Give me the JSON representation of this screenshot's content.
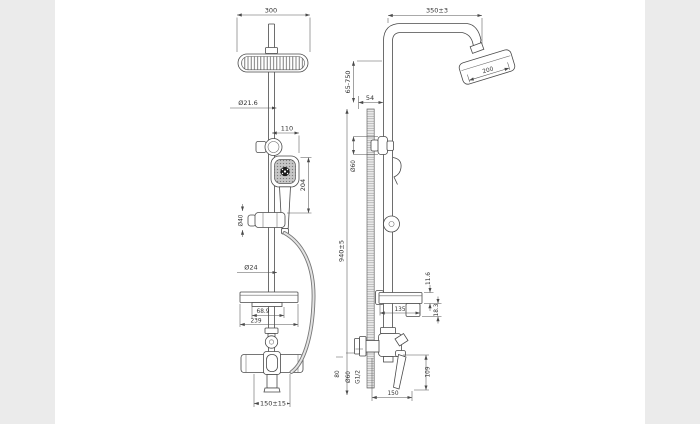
{
  "page": {
    "background_color": "#ebebeb",
    "canvas_color": "#ffffff",
    "line_color": "#4a4a4a"
  },
  "front_view": {
    "head_width": "300",
    "pipe_diameter": "Ø21.6",
    "holder_offset": "110",
    "hand_shower_length": "204",
    "slider_diameter": "Ø40",
    "lower_pipe_diameter": "Ø24",
    "shelf_inner_width": "68.9",
    "shelf_width": "239",
    "handle_span": "150±15"
  },
  "side_view": {
    "arm_reach": "350±3",
    "head_diameter": "200",
    "height_adjustment": "65-750",
    "arm_offset": "54",
    "bracket_diameter": "Ø60",
    "column_height": "940±5",
    "shelf_thickness": "11.6",
    "bracket_drop": "18.3",
    "shelf_depth": "135",
    "flange_width": "80",
    "flange_diameter": "Ø60",
    "thread_size": "G1/2",
    "valve_height": "109",
    "spout_distance": "150"
  }
}
